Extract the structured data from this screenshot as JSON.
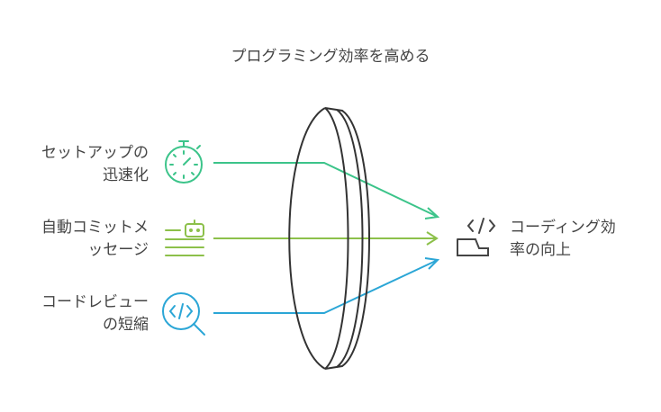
{
  "title": "プログラミング効率を高める",
  "inputs": [
    {
      "line1": "セットアップの",
      "line2": "迅速化",
      "icon": "stopwatch-icon",
      "color": "#3cc48a"
    },
    {
      "line1": "自動コミットメ",
      "line2": "ッセージ",
      "icon": "robot-list-icon",
      "color": "#8cc04a"
    },
    {
      "line1": "コードレビュー",
      "line2": "の短縮",
      "icon": "code-search-icon",
      "color": "#2ba6d6"
    }
  ],
  "output": {
    "line1": "コーディング効",
    "line2": "率の向上",
    "icon": "code-laptop-icon",
    "color": "#444444"
  },
  "lens": {
    "stroke": "#333333"
  }
}
